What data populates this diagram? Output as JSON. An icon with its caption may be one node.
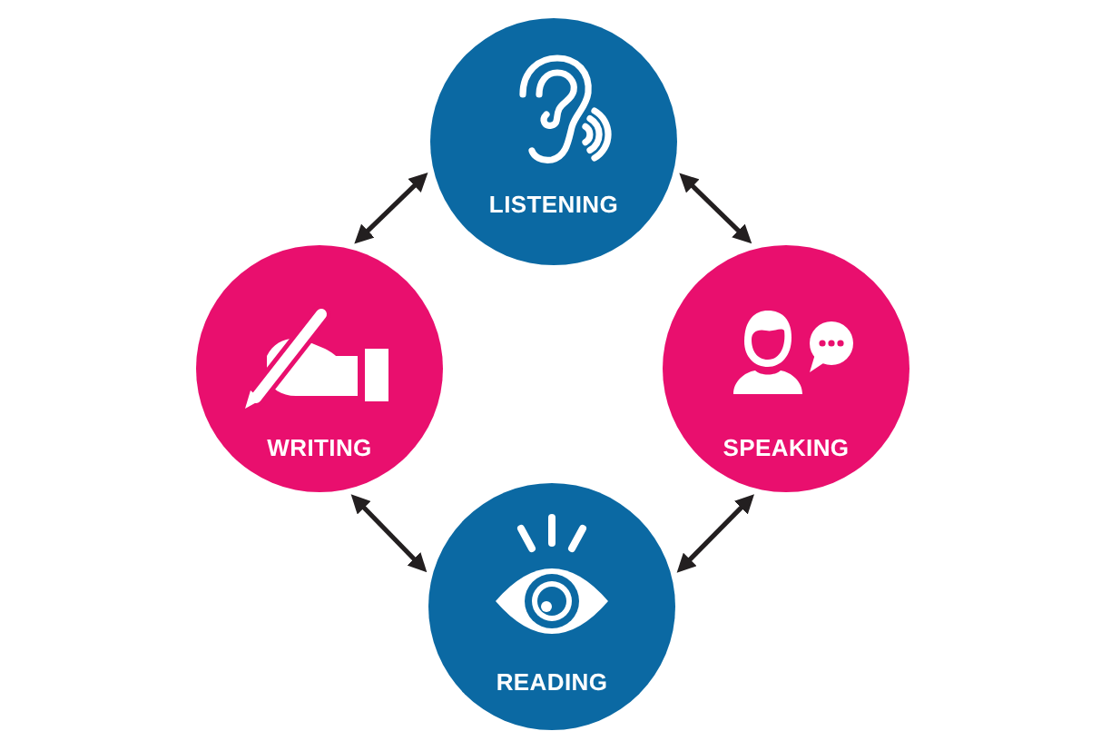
{
  "diagram": {
    "nodes": [
      {
        "text": [
          "LISTENING"
        ]
      },
      {
        "text": [
          "WRITING"
        ]
      },
      {
        "text": [
          "SPEAKING"
        ]
      },
      {
        "text": [
          "READING"
        ]
      }
    ],
    "edges": [
      {
        "from": 0,
        "to": 1,
        "arrow": "both"
      },
      {
        "from": 0,
        "to": 2,
        "arrow": "both"
      },
      {
        "from": 1,
        "to": 3,
        "arrow": "both"
      },
      {
        "from": 2,
        "to": 3,
        "arrow": "both"
      }
    ]
  }
}
